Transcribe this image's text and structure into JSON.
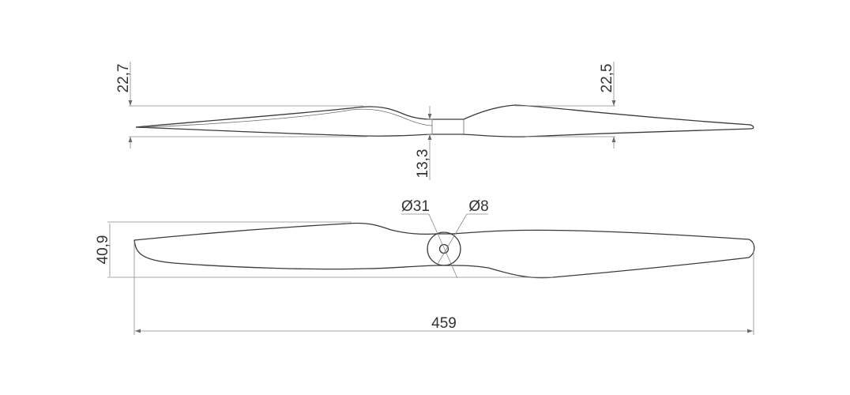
{
  "dimensions": {
    "tip_left_thickness": "22,7",
    "tip_right_thickness": "22,5",
    "hub_thickness": "13,3",
    "hub_diameter": "Ø31",
    "bore_diameter": "Ø8",
    "max_chord": "40,9",
    "overall_length": "459"
  },
  "colors": {
    "outline": "#3a3a3a",
    "dimension": "#8a8a8a",
    "text": "#333333",
    "background": "#ffffff"
  }
}
